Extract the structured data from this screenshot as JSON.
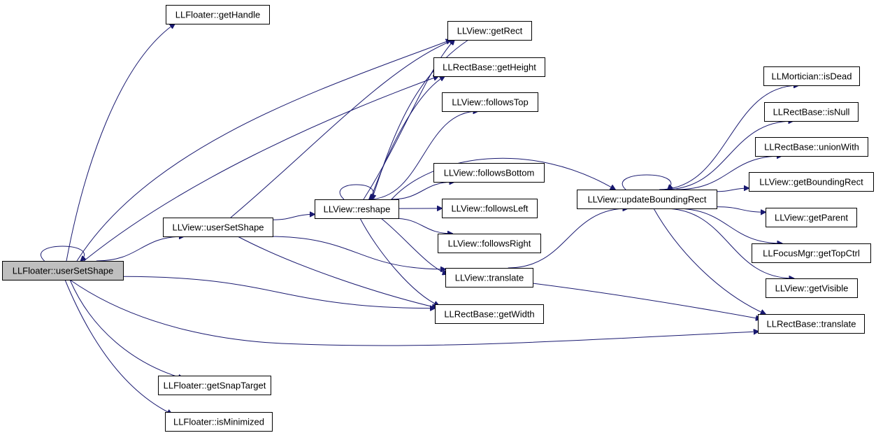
{
  "graph": {
    "edge_color": "#191970",
    "root_fill": "#bfbfbf",
    "nodes": [
      {
        "id": "floater_userSetShape",
        "label": "LLFloater::userSetShape",
        "root": true
      },
      {
        "id": "floater_getHandle",
        "label": "LLFloater::getHandle"
      },
      {
        "id": "floater_getSnapTarget",
        "label": "LLFloater::getSnapTarget"
      },
      {
        "id": "floater_isMinimized",
        "label": "LLFloater::isMinimized"
      },
      {
        "id": "view_userSetShape",
        "label": "LLView::userSetShape"
      },
      {
        "id": "view_reshape",
        "label": "LLView::reshape"
      },
      {
        "id": "view_getRect",
        "label": "LLView::getRect"
      },
      {
        "id": "rect_getHeight",
        "label": "LLRectBase::getHeight"
      },
      {
        "id": "view_followsTop",
        "label": "LLView::followsTop"
      },
      {
        "id": "view_followsBottom",
        "label": "LLView::followsBottom"
      },
      {
        "id": "view_followsLeft",
        "label": "LLView::followsLeft"
      },
      {
        "id": "view_followsRight",
        "label": "LLView::followsRight"
      },
      {
        "id": "view_translate",
        "label": "LLView::translate"
      },
      {
        "id": "rect_getWidth",
        "label": "LLRectBase::getWidth"
      },
      {
        "id": "view_updateBoundingRect",
        "label": "LLView::updateBoundingRect"
      },
      {
        "id": "mortician_isDead",
        "label": "LLMortician::isDead"
      },
      {
        "id": "rect_isNull",
        "label": "LLRectBase::isNull"
      },
      {
        "id": "rect_unionWith",
        "label": "LLRectBase::unionWith"
      },
      {
        "id": "view_getBoundingRect",
        "label": "LLView::getBoundingRect"
      },
      {
        "id": "view_getParent",
        "label": "LLView::getParent"
      },
      {
        "id": "focusmgr_getTopCtrl",
        "label": "LLFocusMgr::getTopCtrl"
      },
      {
        "id": "view_getVisible",
        "label": "LLView::getVisible"
      },
      {
        "id": "rect_translate",
        "label": "LLRectBase::translate"
      }
    ],
    "edges": [
      [
        "floater_userSetShape",
        "floater_userSetShape"
      ],
      [
        "floater_userSetShape",
        "floater_getHandle"
      ],
      [
        "floater_userSetShape",
        "view_getRect"
      ],
      [
        "floater_userSetShape",
        "rect_getHeight"
      ],
      [
        "floater_userSetShape",
        "view_userSetShape"
      ],
      [
        "floater_userSetShape",
        "rect_getWidth"
      ],
      [
        "floater_userSetShape",
        "rect_translate"
      ],
      [
        "floater_userSetShape",
        "floater_getSnapTarget"
      ],
      [
        "floater_userSetShape",
        "floater_isMinimized"
      ],
      [
        "view_userSetShape",
        "view_getRect"
      ],
      [
        "view_userSetShape",
        "view_reshape"
      ],
      [
        "view_userSetShape",
        "view_translate"
      ],
      [
        "view_userSetShape",
        "rect_getWidth"
      ],
      [
        "view_reshape",
        "view_reshape"
      ],
      [
        "view_reshape",
        "view_getRect"
      ],
      [
        "view_reshape",
        "rect_getHeight"
      ],
      [
        "view_reshape",
        "view_followsTop"
      ],
      [
        "view_reshape",
        "view_followsBottom"
      ],
      [
        "view_reshape",
        "view_followsLeft"
      ],
      [
        "view_reshape",
        "view_followsRight"
      ],
      [
        "view_reshape",
        "view_translate"
      ],
      [
        "view_reshape",
        "rect_getWidth"
      ],
      [
        "view_reshape",
        "view_updateBoundingRect"
      ],
      [
        "view_getRect",
        "view_reshape"
      ],
      [
        "view_translate",
        "view_updateBoundingRect"
      ],
      [
        "view_translate",
        "rect_translate"
      ],
      [
        "view_updateBoundingRect",
        "view_updateBoundingRect"
      ],
      [
        "view_updateBoundingRect",
        "mortician_isDead"
      ],
      [
        "view_updateBoundingRect",
        "rect_isNull"
      ],
      [
        "view_updateBoundingRect",
        "rect_unionWith"
      ],
      [
        "view_updateBoundingRect",
        "view_getBoundingRect"
      ],
      [
        "view_updateBoundingRect",
        "view_getParent"
      ],
      [
        "view_updateBoundingRect",
        "focusmgr_getTopCtrl"
      ],
      [
        "view_updateBoundingRect",
        "view_getVisible"
      ],
      [
        "view_updateBoundingRect",
        "rect_translate"
      ]
    ]
  }
}
